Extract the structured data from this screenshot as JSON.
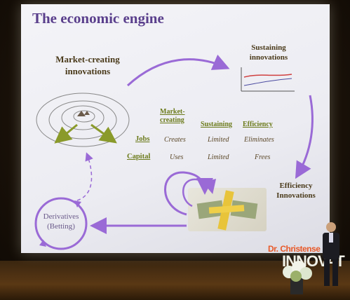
{
  "slide": {
    "title": "The economic engine",
    "market_creating": "Market-creating innovations",
    "sustaining": "Sustaining innovations",
    "efficiency": "Efficiency Innovations",
    "derivatives": "Derivatives (Betting)",
    "table": {
      "headers": [
        "Market-creating",
        "Sustaining",
        "Efficiency"
      ],
      "rows": [
        {
          "label": "Jobs",
          "cells": [
            "Creates",
            "Limited",
            "Eliminates"
          ]
        },
        {
          "label": "Capital",
          "cells": [
            "Uses",
            "Limited",
            "Frees"
          ]
        }
      ]
    }
  },
  "banner": {
    "line1": "Dr. Christense",
    "line2": "INNOVAT"
  },
  "colors": {
    "title": "#5a3f8c",
    "arrow": "#9a6ad6",
    "green": "#6b7a1a"
  }
}
